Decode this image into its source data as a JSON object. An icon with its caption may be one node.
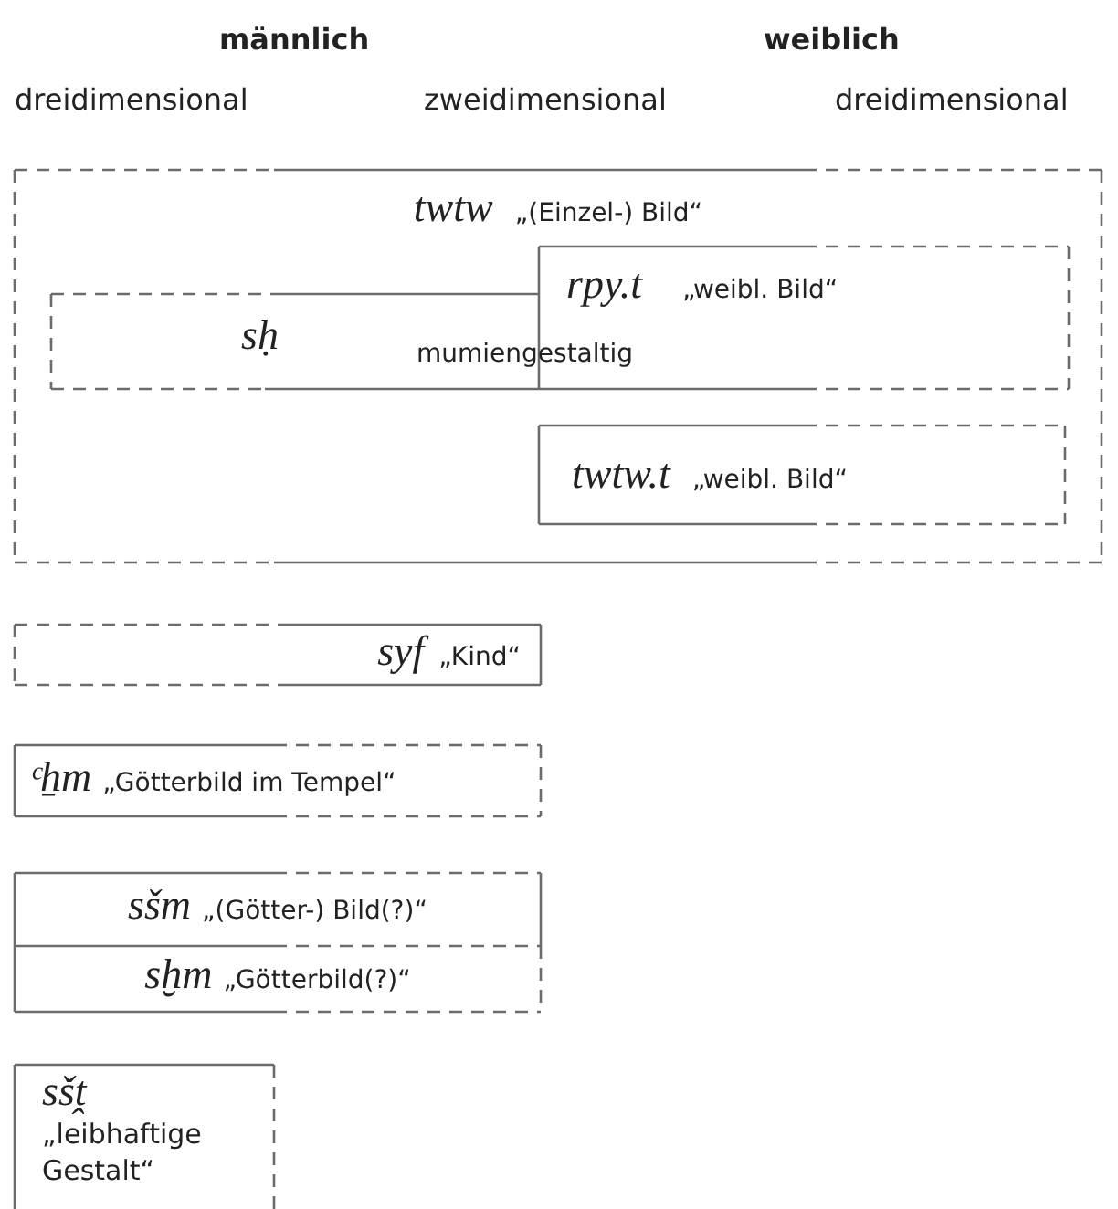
{
  "diagram": {
    "nodes": [
      {
        "text": [
          "twtw",
          "„(Einzel-) Bild“"
        ]
      },
      {
        "text": [
          "sḥ"
        ],
        "in": 0
      },
      {
        "text": [
          "rpy.t",
          "„weibl. Bild“"
        ],
        "in": 0
      },
      {
        "text": [
          "twtw.t",
          "„weibl. Bild“"
        ],
        "in": 0
      },
      {
        "text": [
          "syf",
          "„Kind“"
        ]
      },
      {
        "text": [
          "ᶜẖm",
          "„Götterbild im Tempel“"
        ]
      },
      {
        "text": [
          "sšm",
          "„(Götter-) Bild(?)“"
        ]
      },
      {
        "text": [
          "sḫm",
          "„Götterbild(?)“"
        ]
      },
      {
        "text": [
          "sšṱ",
          "„leibhaftige Gestalt“"
        ]
      }
    ],
    "edges": [],
    "labels": [
      "männlich",
      "weiblich",
      "dreidimensional",
      "zweidimensional",
      "dreidimensional",
      "mumiengestaltig"
    ]
  }
}
